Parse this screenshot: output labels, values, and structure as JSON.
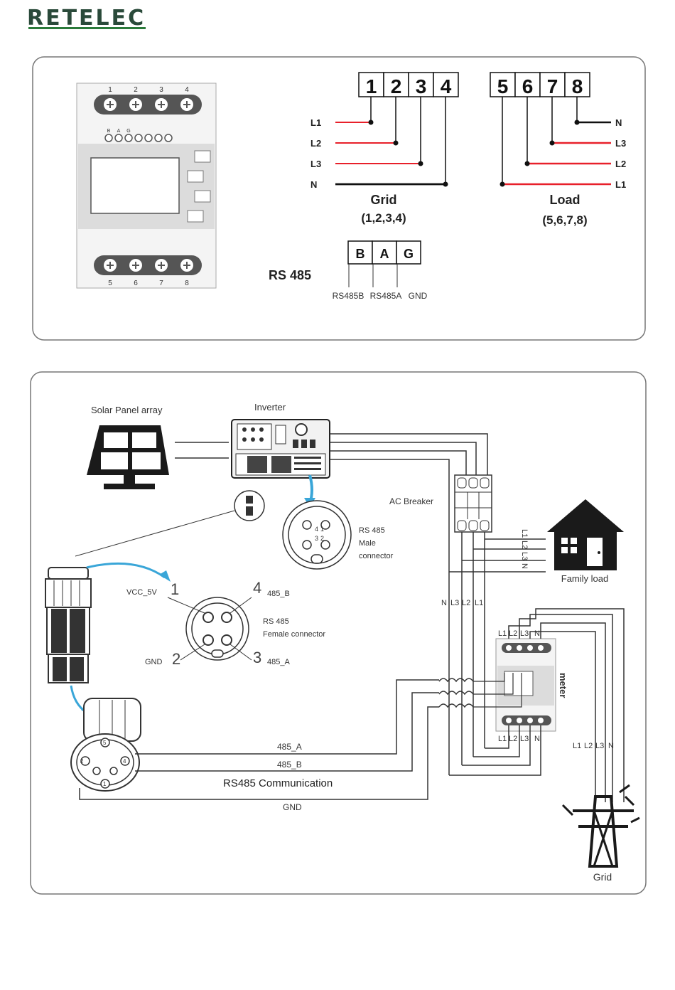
{
  "brand": {
    "logo_text": "RETELEC"
  },
  "meter_panel": {
    "top_terminals": [
      "1",
      "2",
      "3",
      "4"
    ],
    "bottom_terminals": [
      "5",
      "6",
      "7",
      "8"
    ],
    "small_terminals": [
      "B",
      "A",
      "G",
      "",
      "",
      "",
      ""
    ],
    "buttons": [
      "",
      "",
      "",
      ""
    ]
  },
  "grid_wiring": {
    "terminals": [
      "1",
      "2",
      "3",
      "4"
    ],
    "lines": [
      "L1",
      "L2",
      "L3",
      "N"
    ],
    "title": "Grid",
    "subtitle": "(1,2,3,4)"
  },
  "load_wiring": {
    "terminals": [
      "5",
      "6",
      "7",
      "8"
    ],
    "lines": [
      "N",
      "L3",
      "L2",
      "L1"
    ],
    "title": "Load",
    "subtitle": "(5,6,7,8)"
  },
  "rs485_block": {
    "label": "RS 485",
    "terminals": [
      "B",
      "A",
      "G"
    ],
    "pins": [
      "RS485B",
      "RS485A",
      "GND"
    ]
  },
  "system_diagram": {
    "solar_label": "Solar Panel array",
    "inverter_label": "Inverter",
    "ac_breaker_label": "AC Breaker",
    "male_connector_label": [
      "RS 485",
      "Male",
      "connector"
    ],
    "male_pins": [
      "4",
      "1",
      "3",
      "2"
    ],
    "female_connector_label": [
      "RS 485",
      "Female connector"
    ],
    "female_pin_labels": {
      "vcc": "VCC_5V",
      "p1": "1",
      "b": "485_B",
      "p4": "4",
      "gnd": "GND",
      "p2": "2",
      "a": "485_A",
      "p3": "3"
    },
    "family_load_label": "Family load",
    "house_lines": [
      "L1",
      "L2",
      "L3",
      "N"
    ],
    "breaker_bottom_lines": [
      "N",
      "L3",
      "L2",
      "L1"
    ],
    "meter_label": "meter",
    "meter_top_lines": [
      "L1",
      "L2",
      "L3",
      "N"
    ],
    "meter_bottom_lines": [
      "L1",
      "L2",
      "L3",
      "N"
    ],
    "grid_lines": [
      "L1",
      "L2",
      "L3",
      "N"
    ],
    "grid_label": "Grid",
    "comm_a": "485_A",
    "comm_b": "485_B",
    "comm_title": "RS485 Communication",
    "comm_gnd": "GND",
    "plug_pins": [
      "5",
      "2",
      "4",
      "1"
    ]
  },
  "colors": {
    "live_wire": "#e8202a",
    "neutral_wire": "#111111",
    "arrow": "#3aa6d8",
    "frame": "#777777",
    "logo_green": "#2a7a3a"
  }
}
